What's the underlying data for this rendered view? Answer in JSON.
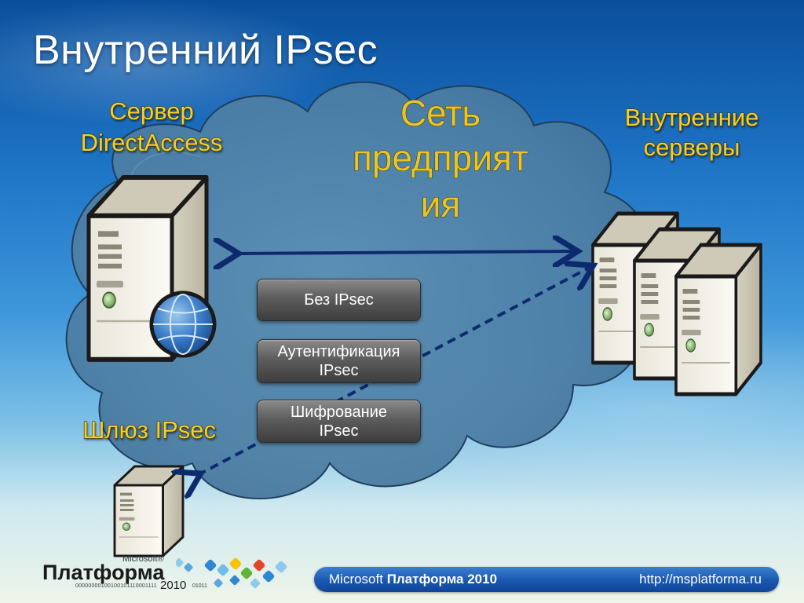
{
  "slide": {
    "title": "Внутренний IPsec"
  },
  "labels": {
    "da_server_line1": "Сервер",
    "da_server_line2": "DirectAccess",
    "internal_line1": "Внутренние",
    "internal_line2": "серверы",
    "gateway": "Шлюз IPsec",
    "cloud_line1": "Сеть",
    "cloud_line2": "предприят",
    "cloud_line3": "ия"
  },
  "options": [
    {
      "line1": "Без IPsec",
      "line2": ""
    },
    {
      "line1": "Аутентификация",
      "line2": "IPsec"
    },
    {
      "line1": "Шифрование",
      "line2": "IPsec"
    }
  ],
  "footer": {
    "logo_word": "Платформа",
    "logo_ms": "Microsoft®",
    "logo_year": "2010",
    "logo_binary": "00000000100100101110001111",
    "logo_binary2": "01011",
    "brand_prefix": "Microsoft",
    "brand_name": "Платформа 2010",
    "url": "http://msplatforma.ru"
  },
  "icons": {
    "server": "server-tower-icon",
    "globe": "globe-icon",
    "server_cluster": "server-cluster-icon",
    "logo_squares": "logo-squares-icon"
  },
  "colors": {
    "accent_gold": "#f2cf2e",
    "arrow": "#0d2a6e",
    "footer_bar": "#1a58b0"
  }
}
